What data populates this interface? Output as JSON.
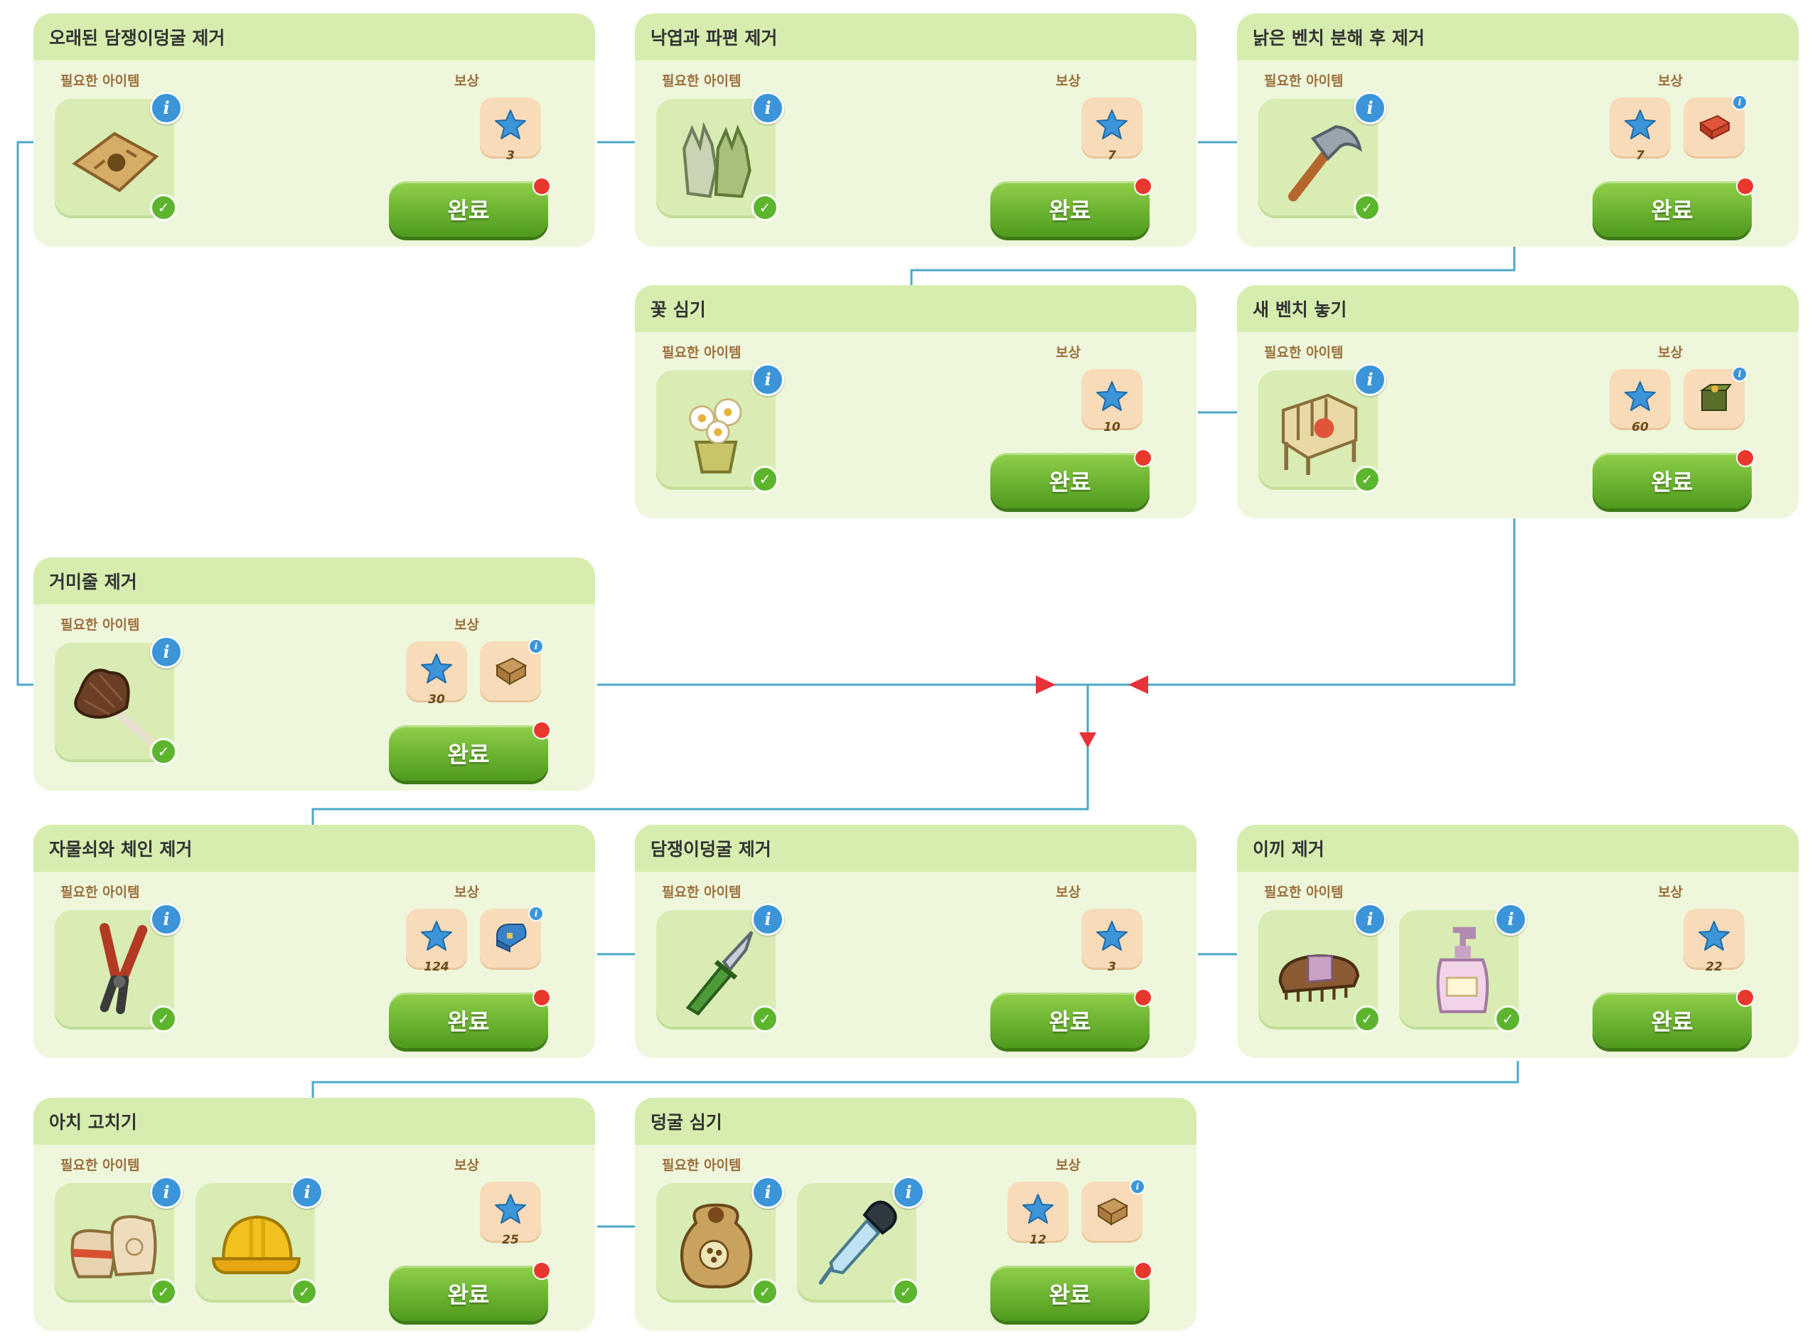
{
  "labels": {
    "required": "필요한 아이템",
    "reward": "보상",
    "complete": "완료"
  },
  "colors": {
    "connector": "#4aa9c9",
    "arrow": "#e8323a",
    "card_bg": "#eef7dc",
    "header_bg": "#d6edaf",
    "button_green": "#6bb52f",
    "star": "#3b95d8"
  },
  "tasks": [
    {
      "title": "오래된 담쟁이덩굴 제거",
      "items": [
        "map-icon"
      ],
      "rewards": [
        {
          "icon": "star-icon",
          "count": "3"
        }
      ]
    },
    {
      "title": "낙엽과 파편 제거",
      "items": [
        "gloves-icon"
      ],
      "rewards": [
        {
          "icon": "star-icon",
          "count": "7"
        }
      ]
    },
    {
      "title": "낡은 벤치 분해 후 제거",
      "items": [
        "hammer-icon"
      ],
      "rewards": [
        {
          "icon": "star-icon",
          "count": "7"
        },
        {
          "icon": "red-chest-icon",
          "count": ""
        }
      ]
    },
    {
      "title": "꽃 심기",
      "items": [
        "flower-pot-icon"
      ],
      "rewards": [
        {
          "icon": "star-icon",
          "count": "10"
        }
      ]
    },
    {
      "title": "새 벤치 놓기",
      "items": [
        "bench-icon"
      ],
      "rewards": [
        {
          "icon": "star-icon",
          "count": "60"
        },
        {
          "icon": "green-chest-icon",
          "count": ""
        }
      ]
    },
    {
      "title": "거미줄 제거",
      "items": [
        "feather-duster-icon"
      ],
      "rewards": [
        {
          "icon": "star-icon",
          "count": "30"
        },
        {
          "icon": "wooden-crate-icon",
          "count": ""
        }
      ]
    },
    {
      "title": "자물쇠와 체인 제거",
      "items": [
        "bolt-cutter-icon"
      ],
      "rewards": [
        {
          "icon": "star-icon",
          "count": "124"
        },
        {
          "icon": "blue-chest-icon",
          "count": ""
        }
      ]
    },
    {
      "title": "담쟁이덩굴 제거",
      "items": [
        "knife-icon"
      ],
      "rewards": [
        {
          "icon": "star-icon",
          "count": "3"
        }
      ]
    },
    {
      "title": "이끼 제거",
      "items": [
        "scrub-brush-icon",
        "soap-bottle-icon"
      ],
      "rewards": [
        {
          "icon": "star-icon",
          "count": "22"
        }
      ]
    },
    {
      "title": "아치 고치기",
      "items": [
        "sandbags-icon",
        "hard-hat-icon"
      ],
      "rewards": [
        {
          "icon": "star-icon",
          "count": "25"
        }
      ]
    },
    {
      "title": "덩굴 심기",
      "items": [
        "seed-bag-icon",
        "dropper-icon"
      ],
      "rewards": [
        {
          "icon": "star-icon",
          "count": "12"
        },
        {
          "icon": "wooden-crate-icon",
          "count": ""
        }
      ]
    }
  ]
}
